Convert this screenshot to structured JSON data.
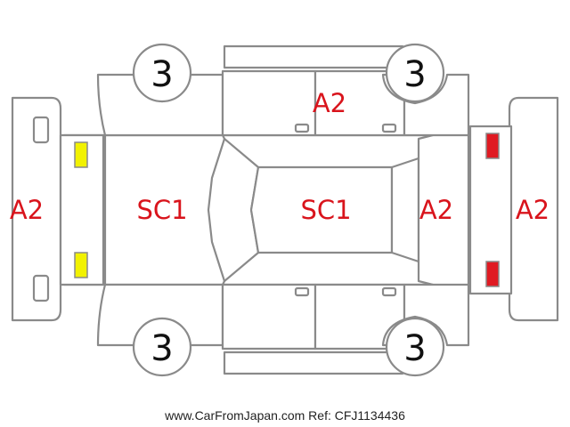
{
  "codes": {
    "front_bumper": "A2",
    "hood": "SC1",
    "roof": "SC1",
    "upper_side": "A2",
    "rear_glass": "A2",
    "rear_bumper": "A2"
  },
  "tires": {
    "front_top": "3",
    "rear_top": "3",
    "front_bottom": "3",
    "rear_bottom": "3"
  },
  "lights": {
    "front_color": "#f2f200",
    "rear_color": "#e01a22"
  },
  "watermark": "www.CarFromJapan.com Ref: CFJ1134436"
}
